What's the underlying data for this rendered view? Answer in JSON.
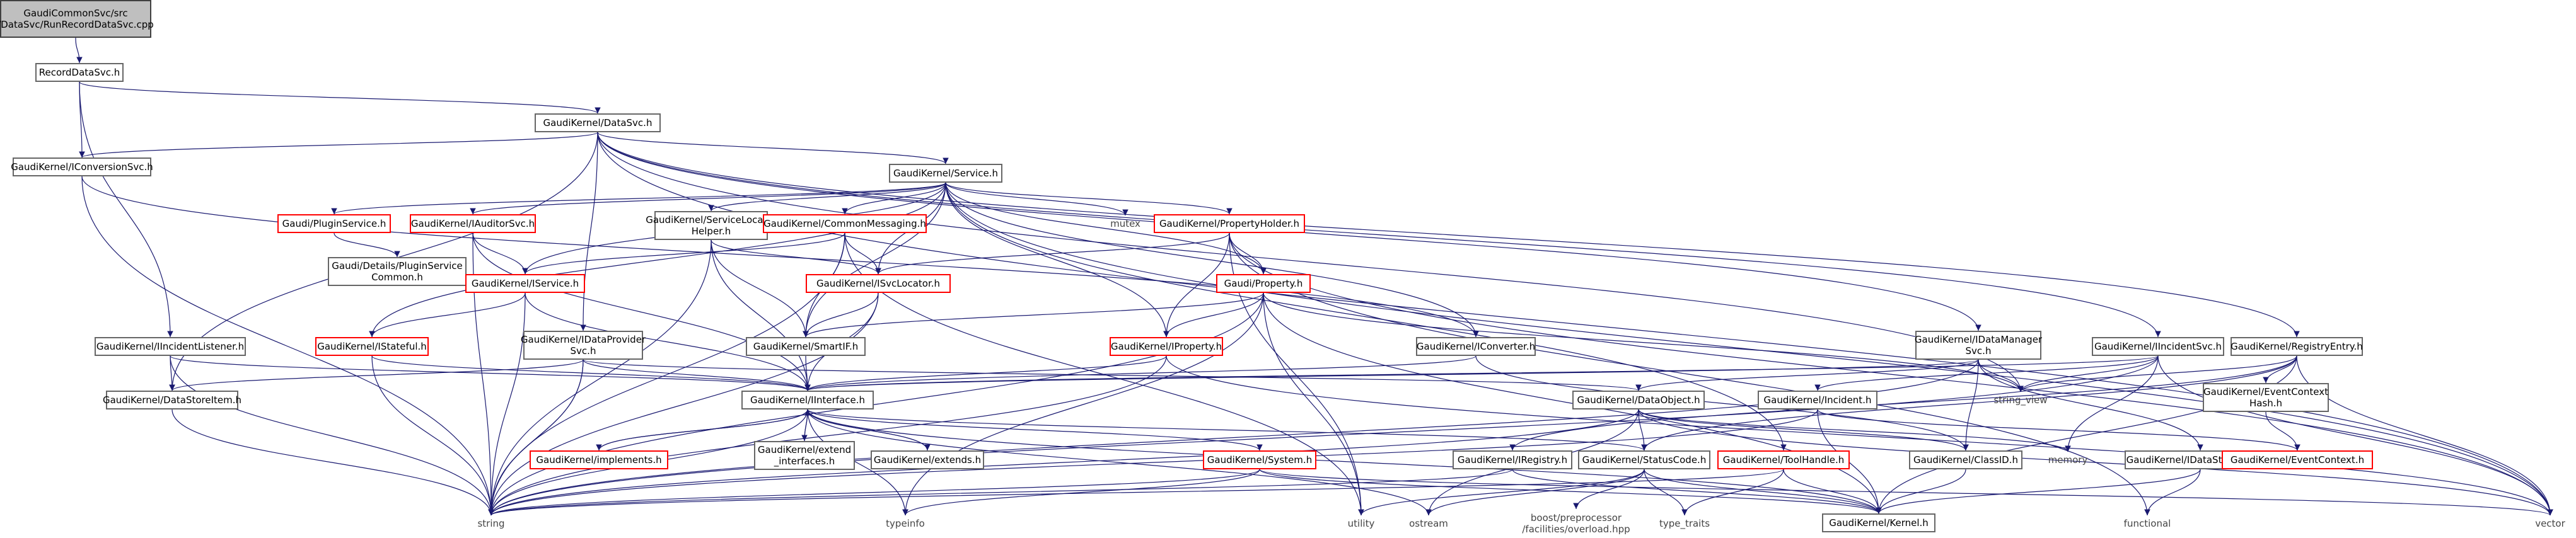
{
  "diagram": {
    "title_file": "GaudiCommonSvc/src\n/DataSvc/RunRecordDataSvc.cpp",
    "colors": {
      "edge": "#191970",
      "border": "#666666",
      "incomplete_border": "#ff0000",
      "root_fill": "#bfbfbf"
    },
    "nodes": [
      {
        "id": "root",
        "label": "GaudiCommonSvc/src\n/DataSvc/RunRecordDataSvc.cpp",
        "style": "root"
      },
      {
        "id": "rds",
        "label": "RecordDataSvc.h",
        "style": "normal"
      },
      {
        "id": "datasvc",
        "label": "GaudiKernel/DataSvc.h",
        "style": "normal"
      },
      {
        "id": "iconv",
        "label": "GaudiKernel/IConversionSvc.h",
        "style": "normal"
      },
      {
        "id": "service",
        "label": "GaudiKernel/Service.h",
        "style": "normal"
      },
      {
        "id": "plugin",
        "label": "Gaudi/PluginService.h",
        "style": "red"
      },
      {
        "id": "iauditor",
        "label": "GaudiKernel/IAuditorSvc.h",
        "style": "red"
      },
      {
        "id": "svclochelper",
        "label": "GaudiKernel/ServiceLocator\nHelper.h",
        "style": "normal"
      },
      {
        "id": "commsg",
        "label": "GaudiKernel/CommonMessaging.h",
        "style": "red"
      },
      {
        "id": "mutex",
        "label": "mutex",
        "style": "plain"
      },
      {
        "id": "propholder",
        "label": "GaudiKernel/PropertyHolder.h",
        "style": "red"
      },
      {
        "id": "details",
        "label": "Gaudi/Details/PluginService\nCommon.h",
        "style": "normal"
      },
      {
        "id": "iservice",
        "label": "GaudiKernel/IService.h",
        "style": "red"
      },
      {
        "id": "isvcloc",
        "label": "GaudiKernel/ISvcLocator.h",
        "style": "red"
      },
      {
        "id": "property",
        "label": "Gaudi/Property.h",
        "style": "red"
      },
      {
        "id": "iincl",
        "label": "GaudiKernel/IIncidentListener.h",
        "style": "normal"
      },
      {
        "id": "istateful",
        "label": "GaudiKernel/IStateful.h",
        "style": "red"
      },
      {
        "id": "idataprov",
        "label": "GaudiKernel/IDataProvider\nSvc.h",
        "style": "normal"
      },
      {
        "id": "smartif",
        "label": "GaudiKernel/SmartIF.h",
        "style": "normal"
      },
      {
        "id": "iproperty",
        "label": "GaudiKernel/IProperty.h",
        "style": "red"
      },
      {
        "id": "iconverter",
        "label": "GaudiKernel/IConverter.h",
        "style": "normal"
      },
      {
        "id": "idatamgr",
        "label": "GaudiKernel/IDataManager\nSvc.h",
        "style": "normal"
      },
      {
        "id": "iincsvc",
        "label": "GaudiKernel/IIncidentSvc.h",
        "style": "normal"
      },
      {
        "id": "registry",
        "label": "GaudiKernel/RegistryEntry.h",
        "style": "normal"
      },
      {
        "id": "datastoreitem",
        "label": "GaudiKernel/DataStoreItem.h",
        "style": "normal"
      },
      {
        "id": "iinterface",
        "label": "GaudiKernel/IInterface.h",
        "style": "normal"
      },
      {
        "id": "dataobject",
        "label": "GaudiKernel/DataObject.h",
        "style": "normal"
      },
      {
        "id": "incident",
        "label": "GaudiKernel/Incident.h",
        "style": "normal"
      },
      {
        "id": "stringview",
        "label": "string_view",
        "style": "plain"
      },
      {
        "id": "evctxhash",
        "label": "GaudiKernel/EventContext\nHash.h",
        "style": "normal"
      },
      {
        "id": "implements",
        "label": "GaudiKernel/implements.h",
        "style": "red"
      },
      {
        "id": "extendif",
        "label": "GaudiKernel/extend\n_interfaces.h",
        "style": "normal"
      },
      {
        "id": "extends",
        "label": "GaudiKernel/extends.h",
        "style": "normal"
      },
      {
        "id": "system",
        "label": "GaudiKernel/System.h",
        "style": "red"
      },
      {
        "id": "iregistry",
        "label": "GaudiKernel/IRegistry.h",
        "style": "normal"
      },
      {
        "id": "statuscode",
        "label": "GaudiKernel/StatusCode.h",
        "style": "normal"
      },
      {
        "id": "toolhandle",
        "label": "GaudiKernel/ToolHandle.h",
        "style": "red"
      },
      {
        "id": "classid",
        "label": "GaudiKernel/ClassID.h",
        "style": "normal"
      },
      {
        "id": "memory",
        "label": "memory",
        "style": "plain"
      },
      {
        "id": "idatastoreagent",
        "label": "GaudiKernel/IDataStoreAgent.h",
        "style": "normal"
      },
      {
        "id": "eventcontext",
        "label": "GaudiKernel/EventContext.h",
        "style": "red"
      },
      {
        "id": "string",
        "label": "string",
        "style": "plain"
      },
      {
        "id": "typeinfo",
        "label": "typeinfo",
        "style": "plain"
      },
      {
        "id": "utility",
        "label": "utility",
        "style": "plain"
      },
      {
        "id": "ostream",
        "label": "ostream",
        "style": "plain"
      },
      {
        "id": "boostpp",
        "label": "boost/preprocessor\n/facilities/overload.hpp",
        "style": "plain"
      },
      {
        "id": "typetraits",
        "label": "type_traits",
        "style": "plain"
      },
      {
        "id": "kernel",
        "label": "GaudiKernel/Kernel.h",
        "style": "normal"
      },
      {
        "id": "functional",
        "label": "functional",
        "style": "plain"
      },
      {
        "id": "vector",
        "label": "vector",
        "style": "plain"
      }
    ],
    "edges": [
      [
        "root",
        "rds"
      ],
      [
        "rds",
        "datasvc"
      ],
      [
        "rds",
        "iconv"
      ],
      [
        "rds",
        "iincl"
      ],
      [
        "datasvc",
        "iconv"
      ],
      [
        "datasvc",
        "service"
      ],
      [
        "datasvc",
        "idataprov"
      ],
      [
        "datasvc",
        "datastoreitem"
      ],
      [
        "datasvc",
        "idatamgr"
      ],
      [
        "datasvc",
        "iincsvc"
      ],
      [
        "datasvc",
        "registry"
      ],
      [
        "datasvc",
        "stringview"
      ],
      [
        "datasvc",
        "vector"
      ],
      [
        "iconv",
        "iconverter"
      ],
      [
        "iconv",
        "string"
      ],
      [
        "service",
        "plugin"
      ],
      [
        "service",
        "iauditor"
      ],
      [
        "service",
        "svclochelper"
      ],
      [
        "service",
        "commsg"
      ],
      [
        "service",
        "mutex"
      ],
      [
        "service",
        "propholder"
      ],
      [
        "service",
        "iservice"
      ],
      [
        "service",
        "isvcloc"
      ],
      [
        "service",
        "property"
      ],
      [
        "service",
        "iproperty"
      ],
      [
        "service",
        "smartif"
      ],
      [
        "service",
        "toolhandle"
      ],
      [
        "service",
        "istateful"
      ],
      [
        "service",
        "vector"
      ],
      [
        "service",
        "iconverter"
      ],
      [
        "plugin",
        "details"
      ],
      [
        "iauditor",
        "iservice"
      ],
      [
        "iauditor",
        "string"
      ],
      [
        "iauditor",
        "iinterface"
      ],
      [
        "svclochelper",
        "isvcloc"
      ],
      [
        "svclochelper",
        "smartif"
      ],
      [
        "svclochelper",
        "string"
      ],
      [
        "svclochelper",
        "iinterface"
      ],
      [
        "commsg",
        "iservice"
      ],
      [
        "commsg",
        "isvcloc"
      ],
      [
        "commsg",
        "smartif"
      ],
      [
        "commsg",
        "utility"
      ],
      [
        "commsg",
        "string"
      ],
      [
        "propholder",
        "property"
      ],
      [
        "propholder",
        "iproperty"
      ],
      [
        "propholder",
        "isvcloc"
      ],
      [
        "propholder",
        "utility"
      ],
      [
        "propholder",
        "vector"
      ],
      [
        "propholder",
        "functional"
      ],
      [
        "iservice",
        "istateful"
      ],
      [
        "iservice",
        "string"
      ],
      [
        "iservice",
        "iinterface"
      ],
      [
        "isvcloc",
        "smartif"
      ],
      [
        "isvcloc",
        "string"
      ],
      [
        "isvcloc",
        "iinterface"
      ],
      [
        "property",
        "iproperty"
      ],
      [
        "property",
        "smartif"
      ],
      [
        "property",
        "string"
      ],
      [
        "property",
        "utility"
      ],
      [
        "property",
        "kernel"
      ],
      [
        "property",
        "stringview"
      ],
      [
        "property",
        "typeinfo"
      ],
      [
        "iincl",
        "iinterface"
      ],
      [
        "iincl",
        "string"
      ],
      [
        "iincl",
        "datastoreitem"
      ],
      [
        "istateful",
        "iinterface"
      ],
      [
        "istateful",
        "string"
      ],
      [
        "idataprov",
        "iinterface"
      ],
      [
        "idataprov",
        "string"
      ],
      [
        "idataprov",
        "datastoreitem"
      ],
      [
        "idataprov",
        "dataobject"
      ],
      [
        "idataprov",
        "string"
      ],
      [
        "smartif",
        "iinterface"
      ],
      [
        "iproperty",
        "iinterface"
      ],
      [
        "iproperty",
        "string"
      ],
      [
        "iproperty",
        "vector"
      ],
      [
        "iconverter",
        "iinterface"
      ],
      [
        "iconverter",
        "classid"
      ],
      [
        "idatamgr",
        "iinterface"
      ],
      [
        "idatamgr",
        "dataobject"
      ],
      [
        "idatamgr",
        "idatastoreagent"
      ],
      [
        "idatamgr",
        "classid"
      ],
      [
        "idatamgr",
        "string"
      ],
      [
        "idatamgr",
        "stringview"
      ],
      [
        "iincsvc",
        "iinterface"
      ],
      [
        "iincsvc",
        "incident"
      ],
      [
        "iincsvc",
        "memory"
      ],
      [
        "iincsvc",
        "string"
      ],
      [
        "iincsvc",
        "stringview"
      ],
      [
        "iincsvc",
        "vector"
      ],
      [
        "registry",
        "iregistry"
      ],
      [
        "registry",
        "statuscode"
      ],
      [
        "registry",
        "stringview"
      ],
      [
        "registry",
        "kernel"
      ],
      [
        "registry",
        "vector"
      ],
      [
        "registry",
        "evctxhash"
      ],
      [
        "datastoreitem",
        "string"
      ],
      [
        "iinterface",
        "system"
      ],
      [
        "iinterface",
        "statuscode"
      ],
      [
        "iinterface",
        "kernel"
      ],
      [
        "iinterface",
        "ostream"
      ],
      [
        "iinterface",
        "string"
      ],
      [
        "iinterface",
        "typeinfo"
      ],
      [
        "iinterface",
        "implements"
      ],
      [
        "iinterface",
        "extendif"
      ],
      [
        "iinterface",
        "extends"
      ],
      [
        "iinterface",
        "type_traits_dummy"
      ],
      [
        "implements",
        "iinterface"
      ],
      [
        "extendif",
        "iinterface"
      ],
      [
        "extends",
        "iinterface"
      ],
      [
        "dataobject",
        "classid"
      ],
      [
        "dataobject",
        "statuscode"
      ],
      [
        "dataobject",
        "string"
      ],
      [
        "dataobject",
        "ostream"
      ],
      [
        "dataobject",
        "memory"
      ],
      [
        "dataobject",
        "vector"
      ],
      [
        "incident",
        "eventcontext"
      ],
      [
        "incident",
        "string"
      ],
      [
        "incident",
        "kernel"
      ],
      [
        "evctxhash",
        "eventcontext"
      ],
      [
        "system",
        "kernel"
      ],
      [
        "system",
        "string"
      ],
      [
        "system",
        "typeinfo"
      ],
      [
        "system",
        "vector"
      ],
      [
        "iregistry",
        "kernel"
      ],
      [
        "iregistry",
        "string"
      ],
      [
        "statuscode",
        "kernel"
      ],
      [
        "statuscode",
        "boostpp"
      ],
      [
        "statuscode",
        "ostream"
      ],
      [
        "statuscode",
        "typetraits"
      ],
      [
        "statuscode",
        "utility"
      ],
      [
        "toolhandle",
        "kernel"
      ],
      [
        "toolhandle",
        "string"
      ],
      [
        "toolhandle",
        "typetraits"
      ],
      [
        "classid",
        "kernel"
      ],
      [
        "idatastoreagent",
        "kernel"
      ],
      [
        "idatastoreagent",
        "functional"
      ]
    ]
  }
}
